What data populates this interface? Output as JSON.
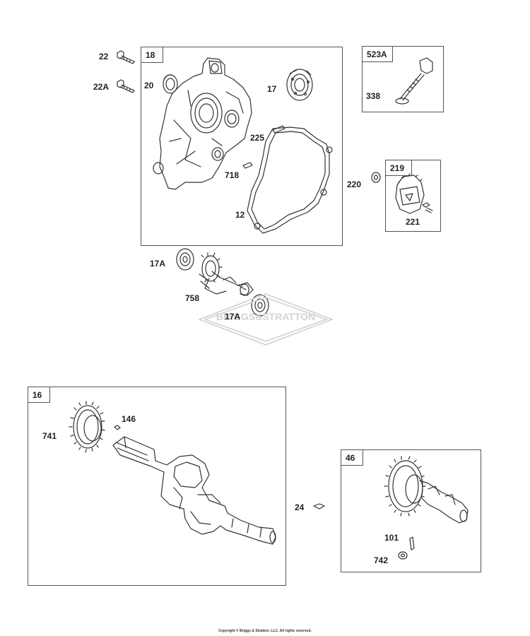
{
  "groups": {
    "g18": "18",
    "g523a": "523A",
    "g219": "219",
    "g16": "16",
    "g46": "46"
  },
  "labels": {
    "p22": "22",
    "p22a": "22A",
    "p20": "20",
    "p17": "17",
    "p225": "225",
    "p718": "718",
    "p12": "12",
    "p338": "338",
    "p220": "220",
    "p221": "221",
    "p17a_top": "17A",
    "p758": "758",
    "p17a_bottom": "17A",
    "p741": "741",
    "p146": "146",
    "p24": "24",
    "p101": "101",
    "p742": "742"
  },
  "watermark": "BRIGGS&STRATTON",
  "copyright": "Copyright © Briggs & Stratton, LLC. All rights reserved."
}
